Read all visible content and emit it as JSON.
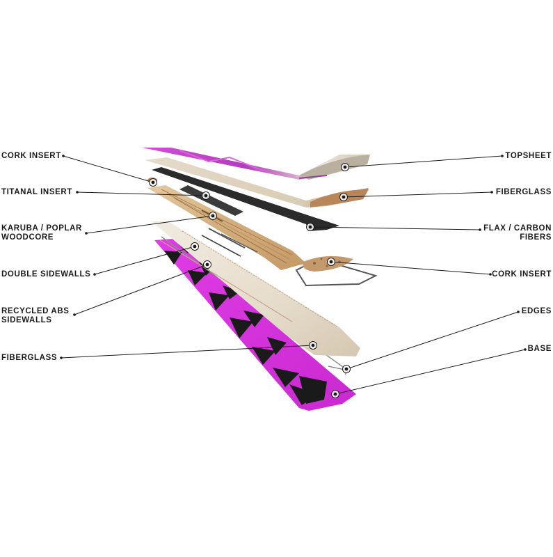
{
  "left_callouts": [
    {
      "id": "cork-insert-left",
      "lines": [
        "CORK INSERT"
      ]
    },
    {
      "id": "titanal-insert",
      "lines": [
        "TITANAL INSERT"
      ]
    },
    {
      "id": "karuba-poplar-woodcore",
      "lines": [
        "KARUBA / POPLAR",
        "WOODCORE"
      ]
    },
    {
      "id": "double-sidewalls",
      "lines": [
        "DOUBLE SIDEWALLS"
      ]
    },
    {
      "id": "recycled-abs-sidewalls",
      "lines": [
        "RECYCLED ABS",
        "SIDEWALLS"
      ]
    },
    {
      "id": "fiberglass-left",
      "lines": [
        "FIBERGLASS"
      ]
    }
  ],
  "right_callouts": [
    {
      "id": "topsheet",
      "lines": [
        "TOPSHEET"
      ]
    },
    {
      "id": "fiberglass-right",
      "lines": [
        "FIBERGLASS"
      ]
    },
    {
      "id": "flax-carbon-fibers",
      "lines": [
        "FLAX / CARBON",
        "FIBERS"
      ]
    },
    {
      "id": "cork-insert-right",
      "lines": [
        "CORK INSERT"
      ]
    },
    {
      "id": "edges",
      "lines": [
        "EDGES"
      ]
    },
    {
      "id": "base",
      "lines": [
        "BASE"
      ]
    }
  ],
  "colors": {
    "topsheet_pink": "#c23fc9",
    "base_magenta": "#e23be6",
    "base_black": "#1a1a1a",
    "wood": "#d7b98b",
    "cork": "#b88a5c",
    "cream": "#ece4d6",
    "carbon": "#2b2b2b",
    "leader": "#1a1a1a"
  }
}
